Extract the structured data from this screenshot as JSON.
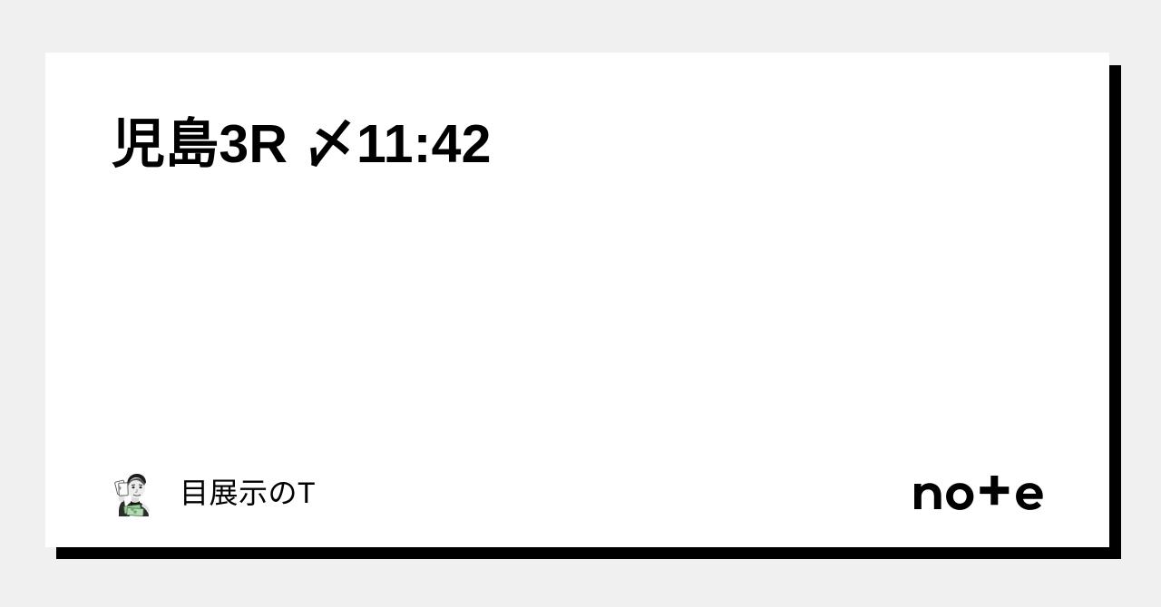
{
  "page": {
    "background_color": "#f0f0f0",
    "type": "note-article-ogp-card"
  },
  "card": {
    "background_color": "#ffffff",
    "shadow_color": "#000000",
    "title": "児島3R 〆11:42"
  },
  "footer": {
    "author": {
      "name": "目展示のT",
      "avatar_alt": "avatar-illustration-man-with-cards-and-money",
      "avatar_icon": "user-avatar"
    },
    "brand": {
      "name": "note",
      "logo_icon": "note-logo",
      "color": "#000000"
    }
  }
}
